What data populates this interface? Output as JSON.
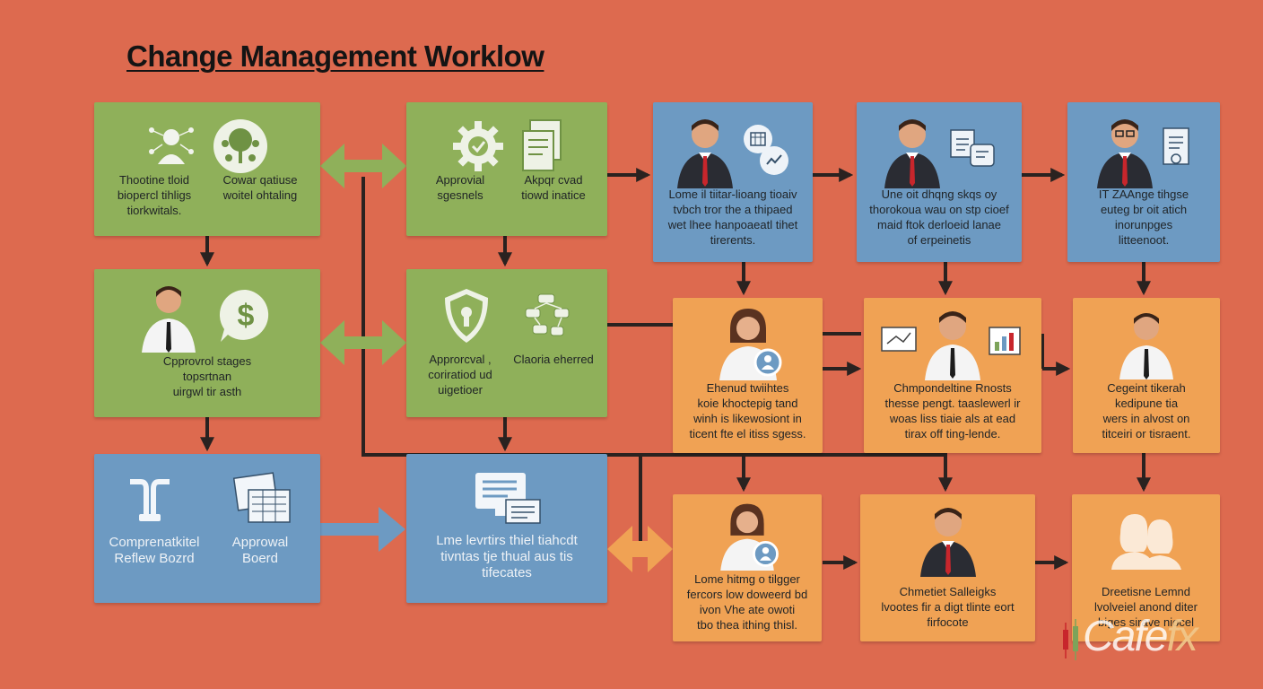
{
  "title": "Change Management Worklow",
  "boxes": {
    "b1": {
      "text_left": "Thootine tloid\nbiopercl tihligs\ntiorkwitals.",
      "text_right": "Cowar qatiuse\nwoitel ohtaling"
    },
    "b2": {
      "text_left": "Approvial\nsgesnels",
      "text_right": "Akpqr cvad\ntiowd inatice"
    },
    "b3": {
      "text": "Lome il tiitar-lioang tioaiv\ntvbch tror the a thipaed\nwet lhee hanpoaeatl tihet\ntirerents."
    },
    "b4": {
      "text": "Une oit dhqng skqs oy\nthorokoua wau on stp cioef\nmaid ftok derloeid lanae\nof erpeinetis"
    },
    "b5": {
      "text": "IT ZAAnge tihgse\neuteg br oit atich\ninorunpges\nlitteenoot."
    },
    "b6": {
      "text": "Cpprovrol stages\ntopsrtnan\nuirgwl tir asth"
    },
    "b7": {
      "text_left": "Approrcval ,\ncoriratiod ud\nuigetioer",
      "text_right": "Claoria eherred"
    },
    "b8": {
      "text": "Ehenud twiihtes\nkoie khoctepig tand\nwinh is likewosiont in\nticent fte el itiss sgess."
    },
    "b9": {
      "text": "Chmpondeltine Rnosts\nthesse pengt. taaslewerl ir\nwoas liss tiaie als at ead\ntirax off ting-lende."
    },
    "b10": {
      "text": "Cegeint tikerah\nkedipune tia\nwers in alvost on\ntitceiri or tisraent."
    },
    "b11": {
      "text_left": "Comprenatkitel\nReflew Bozrd",
      "text_right": "Approwal\nBoerd"
    },
    "b12": {
      "text": "Lme levrtirs thiel tiahcdt\ntivntas tje thual aus tis\ntifecates"
    },
    "b13": {
      "text": "Lome hitmg o tilgger\nfercors low doweerd bd\nivon Vhe ate owoti\ntbo thea ithing thisl."
    },
    "b14": {
      "text": "Chmetiet Salleigks\nlvootes fir a digt tlinte eort\nfirfocote"
    },
    "b15": {
      "text": "Dreetisne Lemnd\nlvolveiel anond diter\nbiges sirave niocel"
    }
  },
  "watermark": {
    "text": "Cafe",
    "text_accent": "fx"
  }
}
